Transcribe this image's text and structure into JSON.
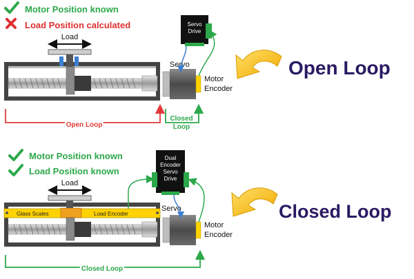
{
  "top": {
    "status": [
      {
        "text": "Motor Position known",
        "icon": "check-icon",
        "color": "#2ca84a"
      },
      {
        "text": "Load Position calculated",
        "icon": "cross-icon",
        "color": "#e02f2f"
      }
    ],
    "load_label": "Load",
    "servo_label": "Servo",
    "motor_label": "Motor",
    "encoder_label": "Encoder",
    "drive_line1": "Servo",
    "drive_line2": "Drive",
    "loop_label": "Open Loop",
    "closed_label1": "Closed",
    "closed_label2": "Loop",
    "title": "Open Loop"
  },
  "bottom": {
    "status": [
      {
        "text": "Motor Position known",
        "icon": "check-icon",
        "color": "#2ca84a"
      },
      {
        "text": "Load Position known",
        "icon": "check-icon",
        "color": "#2ca84a"
      }
    ],
    "load_label": "Load",
    "servo_label": "Servo",
    "motor_label": "Motor",
    "encoder_label": "Encoder",
    "drive_line1": "Dual",
    "drive_line2": "Encoder",
    "drive_line3": "Servo",
    "drive_line4": "Drive",
    "glass_scales_label": "Glass Scales",
    "load_encoder_label": "Load Encoder",
    "loop_label": "Closed Loop",
    "title": "Closed Loop"
  },
  "colors": {
    "title": "#2a1a63",
    "open_loop": "#e03a3a",
    "closed_loop": "#2ca84a",
    "encoder_yellow": "#ffd200",
    "arrow_yellow": "#f5b800",
    "wire_blue": "#3a7fd0"
  }
}
